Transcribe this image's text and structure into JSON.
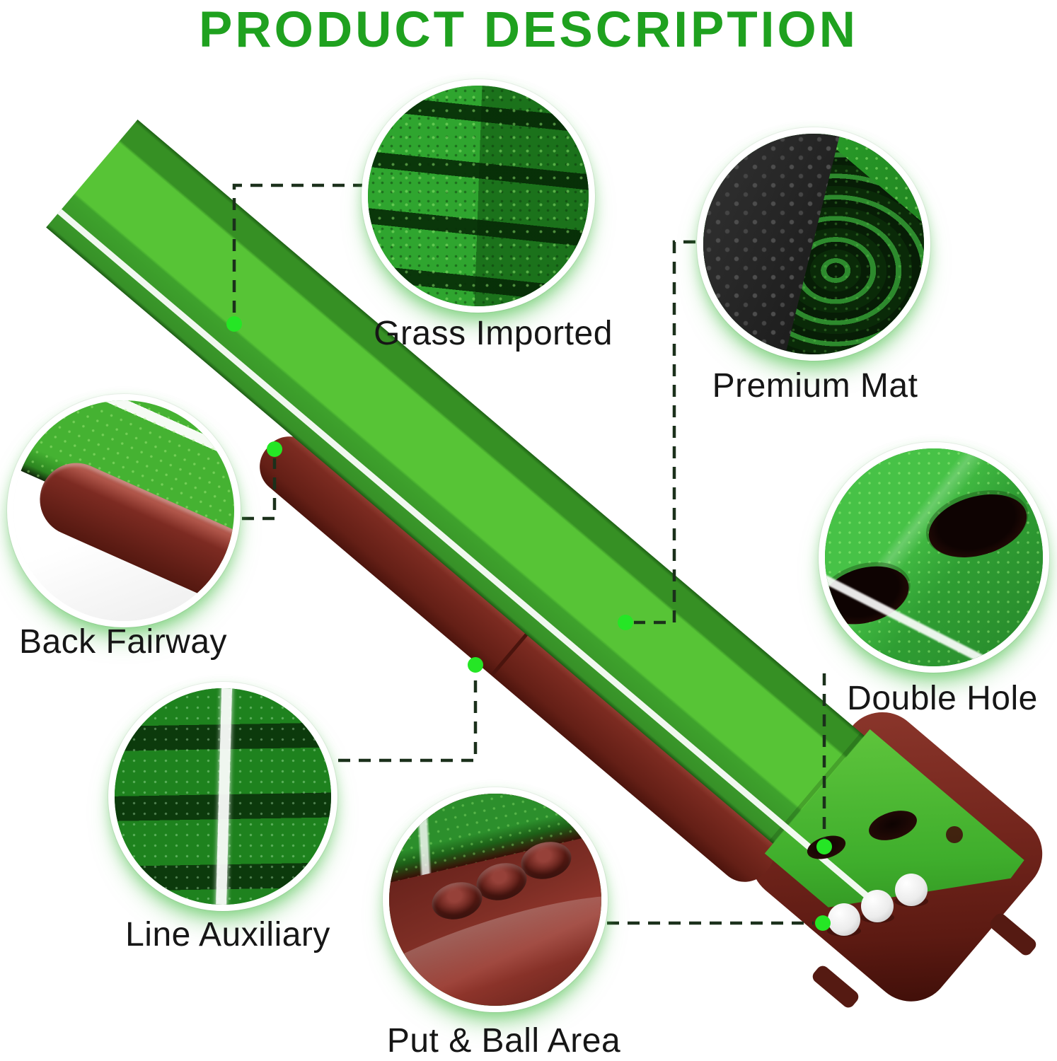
{
  "title": "PRODUCT DESCRIPTION",
  "callouts": [
    {
      "id": "grass-imported",
      "label": "Grass Imported",
      "image": "turf-grass-closeup-photo"
    },
    {
      "id": "premium-mat",
      "label": "Premium Mat",
      "image": "rolled-mat-closeup-photo"
    },
    {
      "id": "back-fairway",
      "label": "Back Fairway",
      "image": "back-return-tray-closeup-photo"
    },
    {
      "id": "double-hole",
      "label": "Double Hole",
      "image": "two-holes-closeup-photo"
    },
    {
      "id": "line-auxiliary",
      "label": "Line Auxiliary",
      "image": "white-guide-line-closeup-photo"
    },
    {
      "id": "put-ball-area",
      "label": "Put & Ball Area",
      "image": "ball-tray-closeup-photo"
    }
  ],
  "colors": {
    "title_green": "#1fa11f",
    "turf_bright": "#57c436",
    "turf_mid": "#3ea22c",
    "base_maroon": "#7c2b21",
    "marker_dot_green": "#25e625",
    "connector_dark": "#1b301b",
    "label_text": "#161616"
  }
}
